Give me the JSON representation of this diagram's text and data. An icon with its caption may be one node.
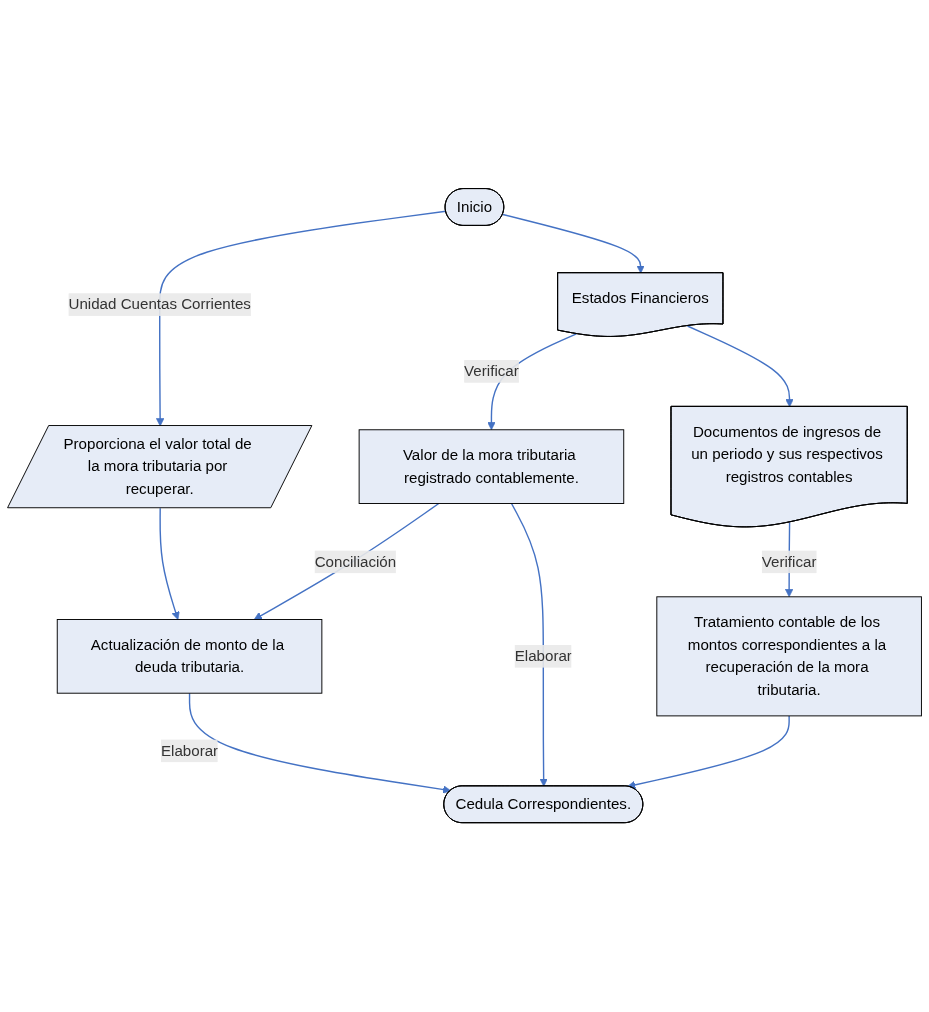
{
  "diagram": {
    "nodes": [
      {
        "text": [
          "Inicio"
        ]
      },
      {
        "text": [
          "Proporciona el valor total de la mora tributaria por recuperar."
        ]
      },
      {
        "text": [
          "Estados Financieros"
        ]
      },
      {
        "text": [
          "Valor de la mora tributaria registrado contablemente."
        ]
      },
      {
        "text": [
          "Actualización de monto de la deuda tributaria."
        ]
      },
      {
        "text": [
          "Documentos de ingresos de un periodo y sus respectivos registros contables"
        ]
      },
      {
        "text": [
          "Tratamiento contable de los montos correspondientes a la recuperación de la mora tributaria."
        ]
      },
      {
        "text": [
          "Cedula Correspondientes."
        ]
      }
    ],
    "edges": [
      {
        "from": 0,
        "to": 1,
        "arrow": "to",
        "label": "Unidad Cuentas Corrientes"
      },
      {
        "from": 1,
        "to": 4,
        "arrow": "to"
      },
      {
        "from": 0,
        "to": 2,
        "arrow": "to"
      },
      {
        "from": 2,
        "to": 3,
        "arrow": "to",
        "label": "Verificar"
      },
      {
        "from": 3,
        "to": 4,
        "arrow": "to",
        "label": "Conciliación"
      },
      {
        "from": 2,
        "to": 5,
        "arrow": "to"
      },
      {
        "from": 5,
        "to": 6,
        "arrow": "to",
        "label": "Verificar"
      },
      {
        "from": 3,
        "to": 7,
        "arrow": "to",
        "label": "Elaborar"
      },
      {
        "from": 4,
        "to": 7,
        "arrow": "to",
        "label": "Elaborar"
      },
      {
        "from": 6,
        "to": 7,
        "arrow": "to"
      }
    ]
  }
}
